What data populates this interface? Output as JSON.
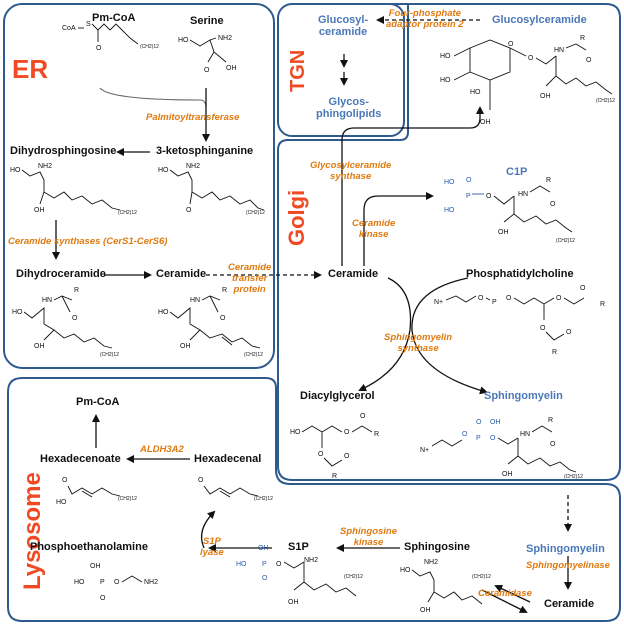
{
  "compartments": {
    "er": "ER",
    "tgn": "TGN",
    "golgi": "Golgi",
    "lysosome": "Lysosome"
  },
  "molecules": {
    "pm_coa_top": "Pm-CoA",
    "serine": "Serine",
    "dihydrosphingosine": "Dihydrosphingosine",
    "ketosphinganine": "3-ketosphinganine",
    "dihydroceramide": "Dihydroceramide",
    "ceramide_er": "Ceramide",
    "glucosylceramide_tgn": "Glucosyl-\nceramide",
    "glycosphingolipids": "Glycos-\nphingolipids",
    "glucosylceramide": "Glucosylceramide",
    "c1p": "C1P",
    "ceramide_golgi": "Ceramide",
    "phosphatidylcholine": "Phosphatidylcholine",
    "diacylglycerol": "Diacylglycerol",
    "sphingomyelin_golgi": "Sphingomyelin",
    "pm_coa_lys": "Pm-CoA",
    "hexadecenoate": "Hexadecenoate",
    "hexadecenal": "Hexadecenal",
    "phosphoethanolamine": "Phosphoethanolamine",
    "s1p": "S1P",
    "sphingosine": "Sphingosine",
    "sphingomyelin_lys": "Sphingomyelin",
    "ceramide_lys": "Ceramide"
  },
  "enzymes": {
    "palmitoyltransferase": "Palmitoyltransferase",
    "ceramide_synthases": "Ceramide synthases (CerS1-CerS6)",
    "ceramide_transfer_protein": "Ceramide\ntransfer\nprotein",
    "fapp2": "Four-phosphate\nadaptor protein 2",
    "glucosylceramide_synthase": "Glycosylceramide\nsynthase",
    "ceramide_kinase": "Ceramide\nkinase",
    "sphingomyelin_synthase": "Sphingomyelin\nsynthase",
    "aldh3a2": "ALDH3A2",
    "s1p_lyase": "S1P\nlyase",
    "sphingosine_kinase": "Sphingosine\nkinase",
    "sphingomyelinase": "Sphingomyelinase",
    "ceramidase": "Ceramidase"
  },
  "structure_text": {
    "coa_s": "CoA",
    "s": "S",
    "ho": "HO",
    "oh": "OH",
    "nh2": "NH2",
    "nh": "NH",
    "hn": "HN",
    "o": "O",
    "r": "R",
    "p": "P",
    "n_plus": "N+",
    "ch2_12": "(CH2)12",
    "ch2_12_short": "12"
  },
  "colors": {
    "compartment_label": "#ef4a24",
    "enzyme": "#e07a10",
    "highlight_molecule": "#4a78b8",
    "border": "#2e5a8e"
  }
}
